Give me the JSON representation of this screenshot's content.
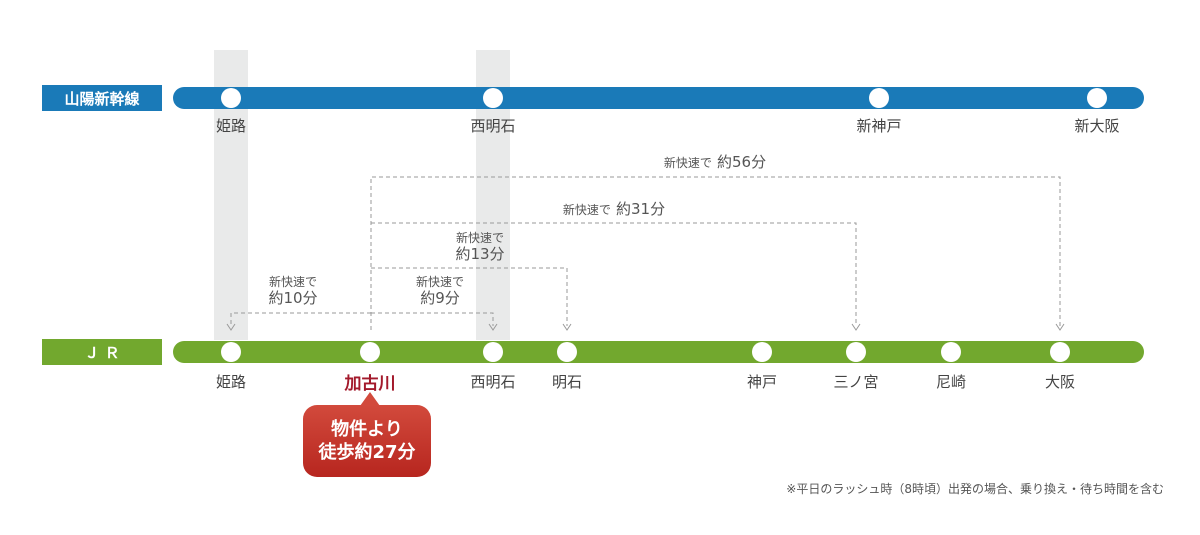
{
  "colors": {
    "shinkansen": "#1a7ab8",
    "jr": "#72a82e",
    "band": "#e9eaea",
    "route": "#999999",
    "highlight": "#a3192b"
  },
  "lines": {
    "shinkansen": {
      "label": "山陽新幹線",
      "stations": [
        "姫路",
        "西明石",
        "新神戸",
        "新大阪"
      ]
    },
    "jr": {
      "label": "Ｊ Ｒ",
      "stations": [
        "姫路",
        "加古川",
        "西明石",
        "明石",
        "神戸",
        "三ノ宮",
        "尼崎",
        "大阪"
      ]
    }
  },
  "routes": [
    {
      "type": "新快速で",
      "time": "約56分"
    },
    {
      "type": "新快速で",
      "time": "約31分"
    },
    {
      "type": "新快速で",
      "time": "約13分"
    },
    {
      "type": "新快速で",
      "time": "約9分"
    },
    {
      "type": "新快速で",
      "time": "約10分"
    }
  ],
  "callout": {
    "line1": "物件より",
    "line2": "徒歩約27分"
  },
  "footnote": "※平日のラッシュ時（8時頃）出発の場合、乗り換え・待ち時間を含む"
}
